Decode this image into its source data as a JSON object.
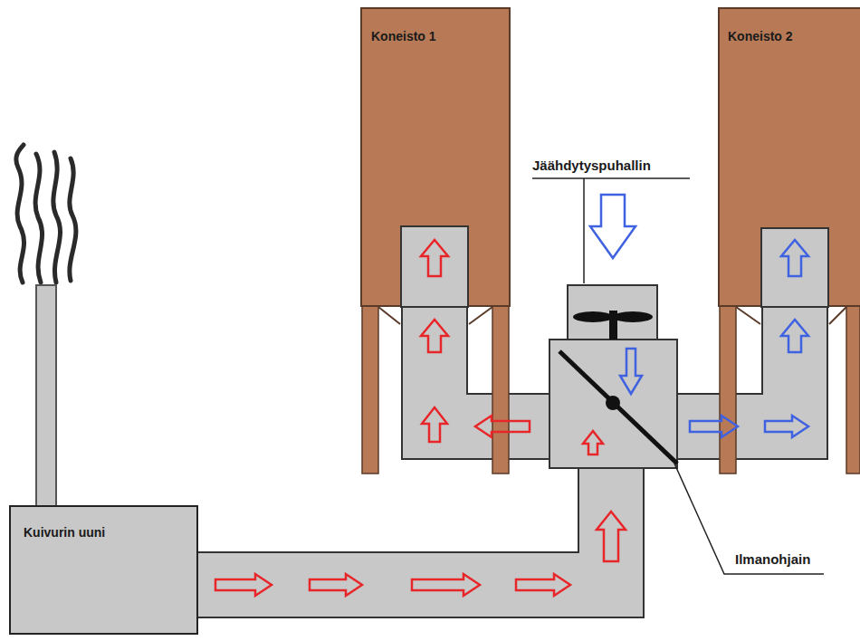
{
  "diagram": {
    "nodes": [
      {
        "text": [
          "Koneisto 1"
        ]
      },
      {
        "text": [
          "Koneisto 2"
        ]
      },
      {
        "text": [
          "Kuivurin uuni"
        ]
      }
    ],
    "edges": [
      {
        "from": 2,
        "to": 0,
        "arrow": "to"
      },
      {
        "from": 2,
        "to": 1,
        "arrow": "to"
      }
    ],
    "labels": [
      "Jäähdytyspuhallin",
      "Ilmanohjain"
    ]
  }
}
